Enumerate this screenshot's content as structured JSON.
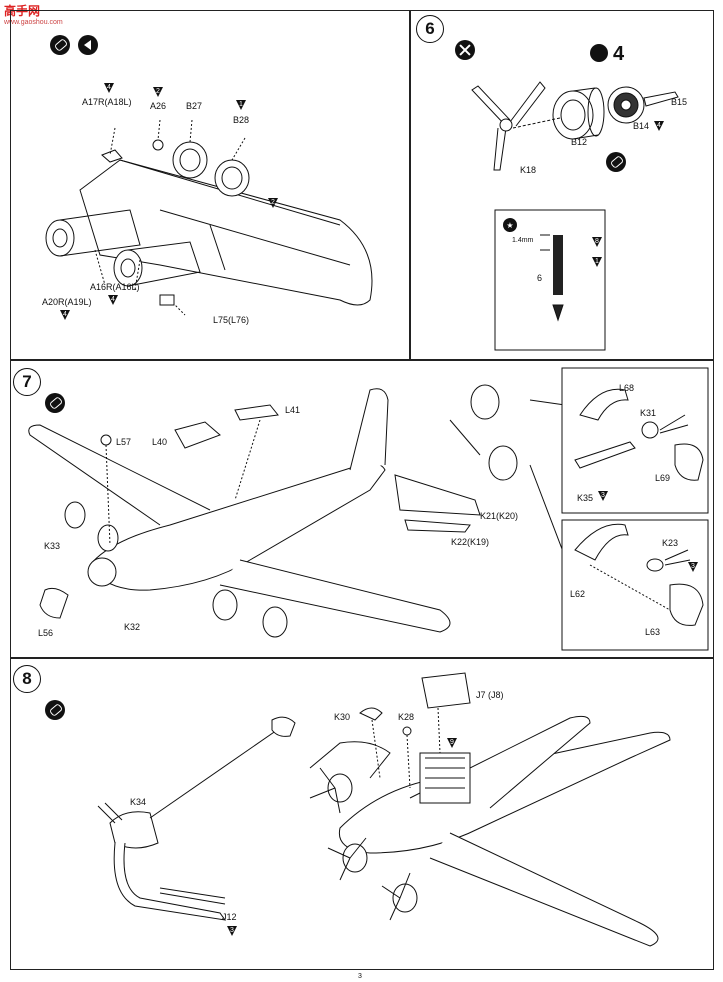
{
  "watermark": {
    "main": "高手网",
    "sub": "www.gaoshou.com"
  },
  "step5": {
    "labels": {
      "a17r": "A17R(A18L)",
      "a26": "A26",
      "b27": "B27",
      "b28": "B28",
      "a16r": "A16R(A16L)",
      "a20r": "A20R(A19L)",
      "l75": "L75(L76)"
    },
    "badges": {
      "a17r": "4",
      "a26": "2",
      "b28": "1",
      "wheel": "2",
      "a20r": "4",
      "a16r": "4"
    }
  },
  "step6": {
    "number": "6",
    "labels": {
      "k18": "K18",
      "b12": "B12",
      "b14": "B14",
      "b15": "B15",
      "count": "4"
    },
    "badges": {
      "b14": "4"
    },
    "detail": {
      "dim": "1.4mm",
      "six": "6",
      "b1": "8",
      "b2": "1"
    }
  },
  "step7": {
    "number": "7",
    "labels": {
      "l57": "L57",
      "l40": "L40",
      "l41": "L41",
      "k33": "K33",
      "l56": "L56",
      "k32": "K32",
      "k21": "K21(K20)",
      "k22": "K22(K19)",
      "l68": "L68",
      "k31": "K31",
      "l69": "L69",
      "k35": "K35",
      "k23": "K23",
      "l62": "L62",
      "l63": "L63"
    },
    "badges": {
      "k35": "3",
      "k23": "3"
    }
  },
  "step8": {
    "number": "8",
    "labels": {
      "j7": "J7 (J8)",
      "k30": "K30",
      "k28": "K28",
      "k34": "K34",
      "j12": "J12"
    },
    "badges": {
      "j12": "3",
      "mid": "9"
    }
  },
  "footer": {
    "page": "3"
  }
}
